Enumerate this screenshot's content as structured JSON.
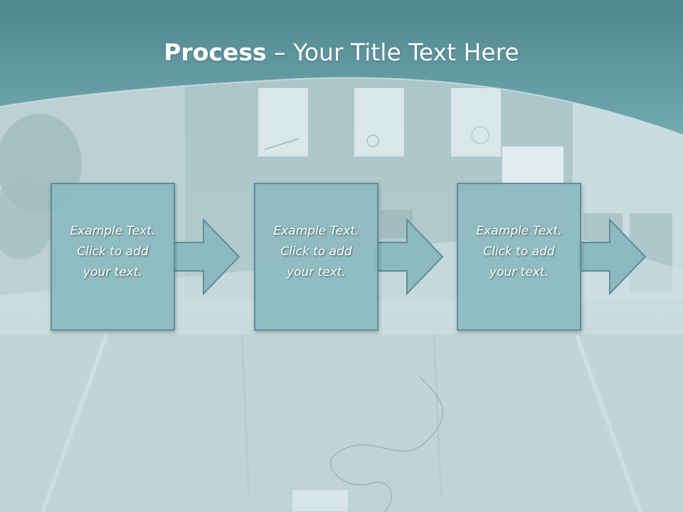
{
  "title": {
    "bold": "Process",
    "rest": " – Your Title Text Here"
  },
  "steps": [
    {
      "lines": [
        "Example Text.",
        "Click  to add",
        "your text."
      ]
    },
    {
      "lines": [
        "Example Text.",
        "Click  to add",
        "your text."
      ]
    },
    {
      "lines": [
        "Example Text.",
        "Click  to add",
        "your text."
      ]
    }
  ],
  "colors": {
    "header": "#5f9aa3",
    "box_fill": "#8cbac0",
    "box_border": "#5f8f96",
    "text": "#ffffff"
  },
  "icons": [
    "arrow-right-icon"
  ]
}
